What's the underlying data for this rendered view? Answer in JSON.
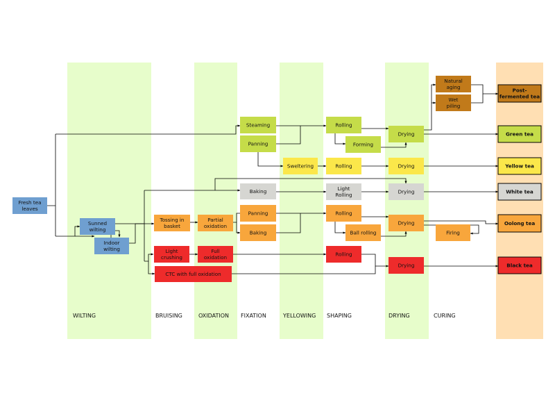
{
  "colors": {
    "band": "#e7fdcb",
    "band_final": "#ffdfb3",
    "blue": "#6f9fd0",
    "orange": "#f8a63c",
    "lime": "#c5dc49",
    "yellow": "#fbe74a",
    "gray": "#d6d6d2",
    "red": "#ee2b2b",
    "brown": "#c17a1a",
    "outline": "#000000"
  },
  "stages": {
    "wilting": "WILTING",
    "bruising": "BRUISING",
    "oxidation": "OXIDATION",
    "fixation": "FIXATION",
    "yellowing": "YELLOWING",
    "shaping": "SHAPING",
    "drying": "DRYING",
    "curing": "CURING"
  },
  "nodes": {
    "fresh": [
      "Fresh tea",
      "leaves"
    ],
    "sunned": [
      "Sunned",
      "wilting"
    ],
    "indoor": [
      "Indoor",
      "wilting"
    ],
    "tossing": [
      "Tossing in",
      "basket"
    ],
    "partial": [
      "Partial",
      "oxidation"
    ],
    "light_crushing": [
      "Light",
      "crushing"
    ],
    "full_ox": [
      "Full",
      "oxidation"
    ],
    "ctc": [
      "CTC with full oxidation"
    ],
    "steaming": [
      "Steaming"
    ],
    "panning_g": [
      "Panning"
    ],
    "baking_w": [
      "Baking"
    ],
    "panning_o": [
      "Panning"
    ],
    "baking_o": [
      "Baking"
    ],
    "sweltering": [
      "Sweltering"
    ],
    "rolling_g": [
      "Rolling"
    ],
    "forming": [
      "Forming"
    ],
    "rolling_y": [
      "Rolling"
    ],
    "light_rolling": [
      "Light",
      "Rolling"
    ],
    "rolling_o": [
      "Rolling"
    ],
    "ball_rolling": [
      "Ball rolling"
    ],
    "rolling_b": [
      "Rolling"
    ],
    "drying_g": [
      "Drying"
    ],
    "drying_y": [
      "Drying"
    ],
    "drying_w": [
      "Drying"
    ],
    "drying_o": [
      "Drying"
    ],
    "drying_b": [
      "Drying"
    ],
    "natural_aging": [
      "Natural",
      "aging"
    ],
    "wet_piling": [
      "Wet",
      "piling"
    ],
    "firing": [
      "Firing"
    ],
    "post_fermented": [
      "Post-",
      "fermented tea"
    ],
    "green": [
      "Green tea"
    ],
    "yellow": [
      "Yellow tea"
    ],
    "white": [
      "White tea"
    ],
    "oolong": [
      "Oolong tea"
    ],
    "black": [
      "Black tea"
    ]
  }
}
